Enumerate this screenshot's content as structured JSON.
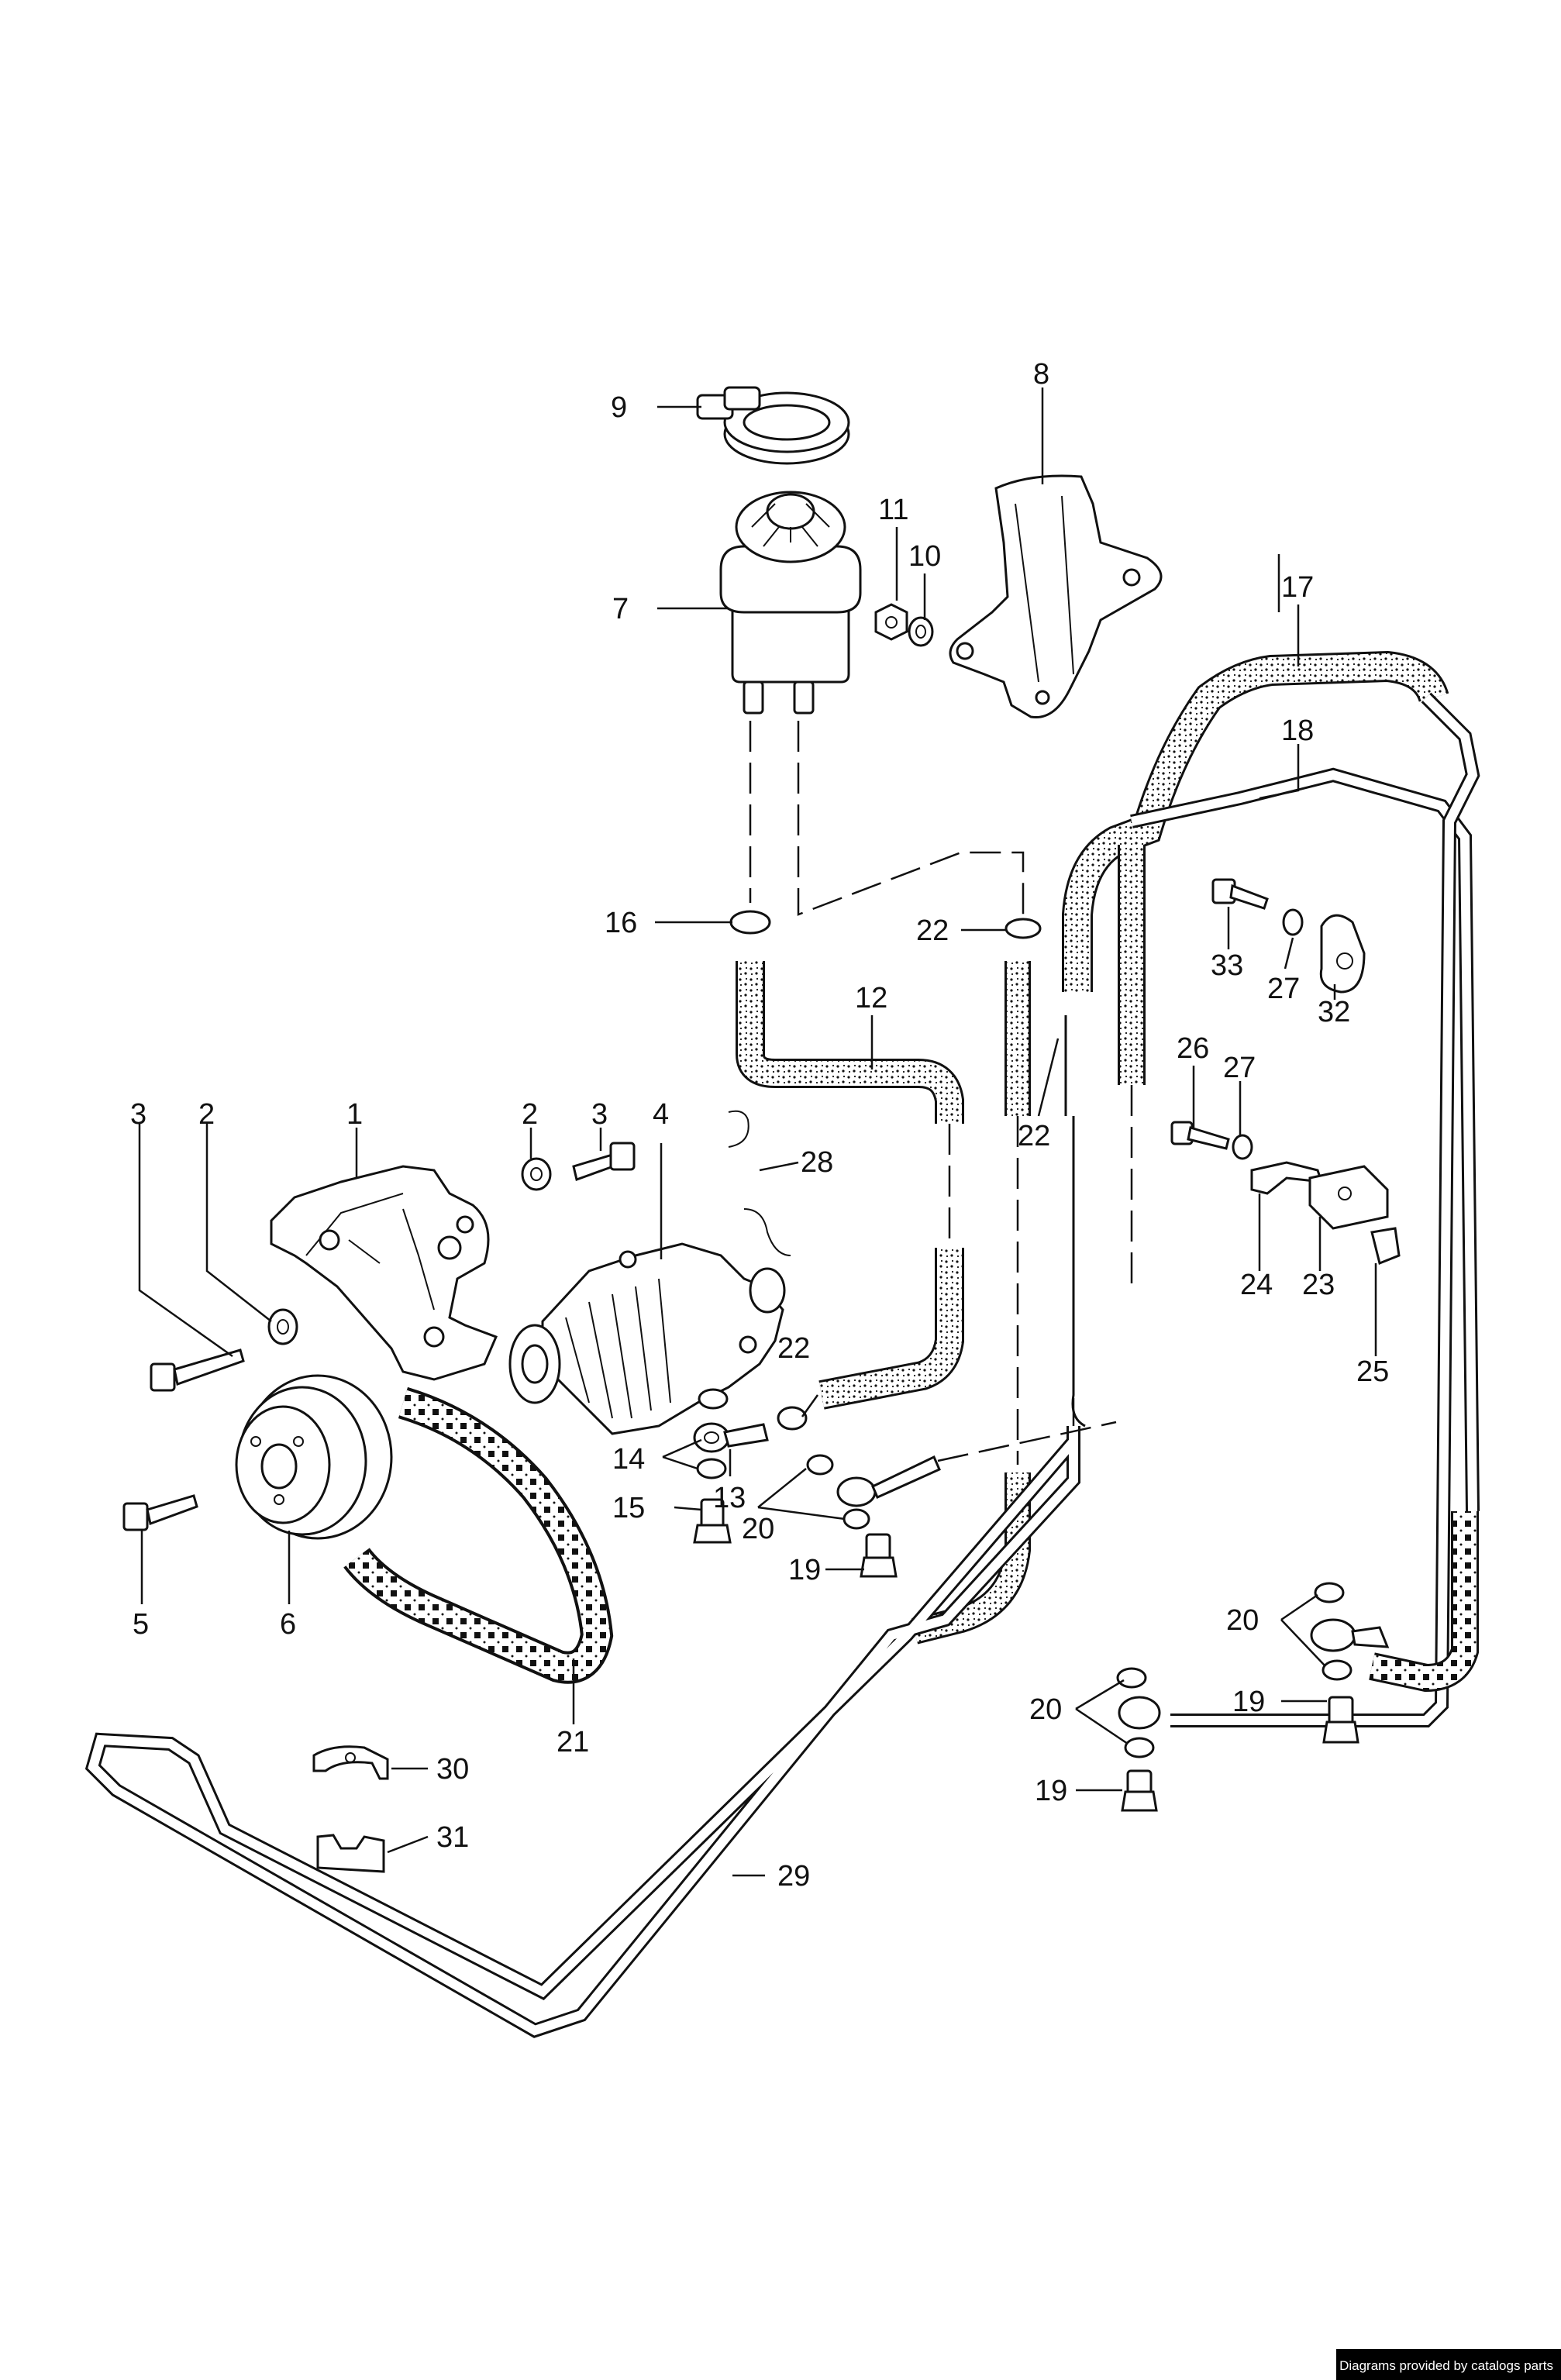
{
  "callouts": {
    "c1": "1",
    "c2a": "2",
    "c2b": "2",
    "c3a": "3",
    "c3b": "3",
    "c4": "4",
    "c5": "5",
    "c6": "6",
    "c7": "7",
    "c8": "8",
    "c9": "9",
    "c10": "10",
    "c11": "11",
    "c12": "12",
    "c13": "13",
    "c14": "14",
    "c15": "15",
    "c16": "16",
    "c17": "17",
    "c18": "18",
    "c19a": "19",
    "c19b": "19",
    "c19c": "19",
    "c20a": "20",
    "c20b": "20",
    "c20c": "20",
    "c21": "21",
    "c22a": "22",
    "c22b": "22",
    "c22c": "22",
    "c23": "23",
    "c24": "24",
    "c25": "25",
    "c26": "26",
    "c27a": "27",
    "c27b": "27",
    "c28": "28",
    "c29": "29",
    "c30": "30",
    "c31": "31",
    "c32": "32",
    "c33": "33"
  },
  "credit": "Diagrams provided by catalogs parts",
  "colors": {
    "ink": "#111111",
    "paper": "#ffffff",
    "credit_bg": "#000000",
    "credit_fg": "#ffffff"
  }
}
